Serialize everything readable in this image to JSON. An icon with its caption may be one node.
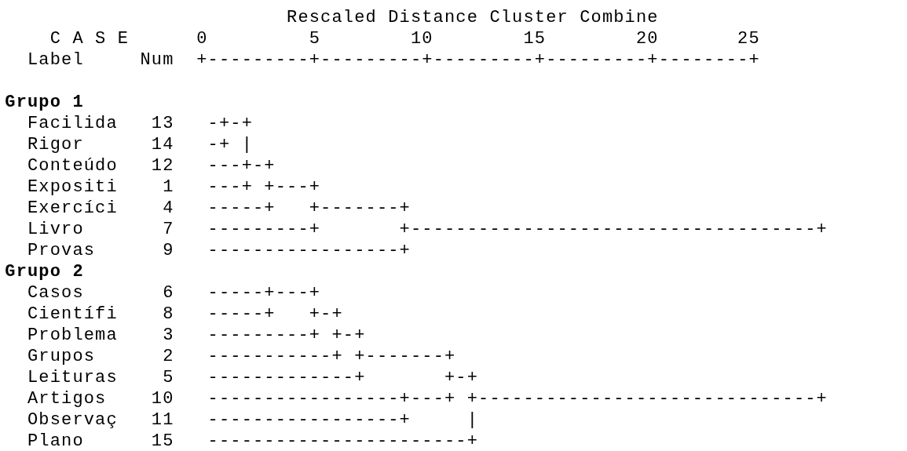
{
  "diagram": {
    "labels": [
      "Rescaled Distance Cluster Combine",
      "C A S E",
      "0",
      "5",
      "10",
      "15",
      "20",
      "25",
      "Label",
      "Num",
      "+---------+---------+---------+---------+--------+",
      "Grupo 1",
      "Facilida",
      "13",
      "-+-+",
      "Rigor",
      "14",
      "-+ |",
      "Conteúdo",
      "12",
      "---+-+",
      "Expositi",
      "1",
      "---+ +---+",
      "Exercíci",
      "4",
      "-----+   +-------+",
      "Livro",
      "7",
      "---------+       +------------------------------------+",
      "Provas",
      "9",
      "-----------------+",
      "Grupo 2",
      "Casos",
      "6",
      "-----+---+",
      "Científi",
      "8",
      "-----+   +-+",
      "Problema",
      "3",
      "---------+ +-+",
      "Grupos",
      "2",
      "-----------+ +-------+",
      "Leituras",
      "5",
      "-------------+       +-+",
      "Artigos",
      "10",
      "-----------------+---+ +------------------------------+",
      "Observaç",
      "11",
      "-----------------+     |",
      "Plano",
      "15",
      "-----------------------+"
    ]
  }
}
